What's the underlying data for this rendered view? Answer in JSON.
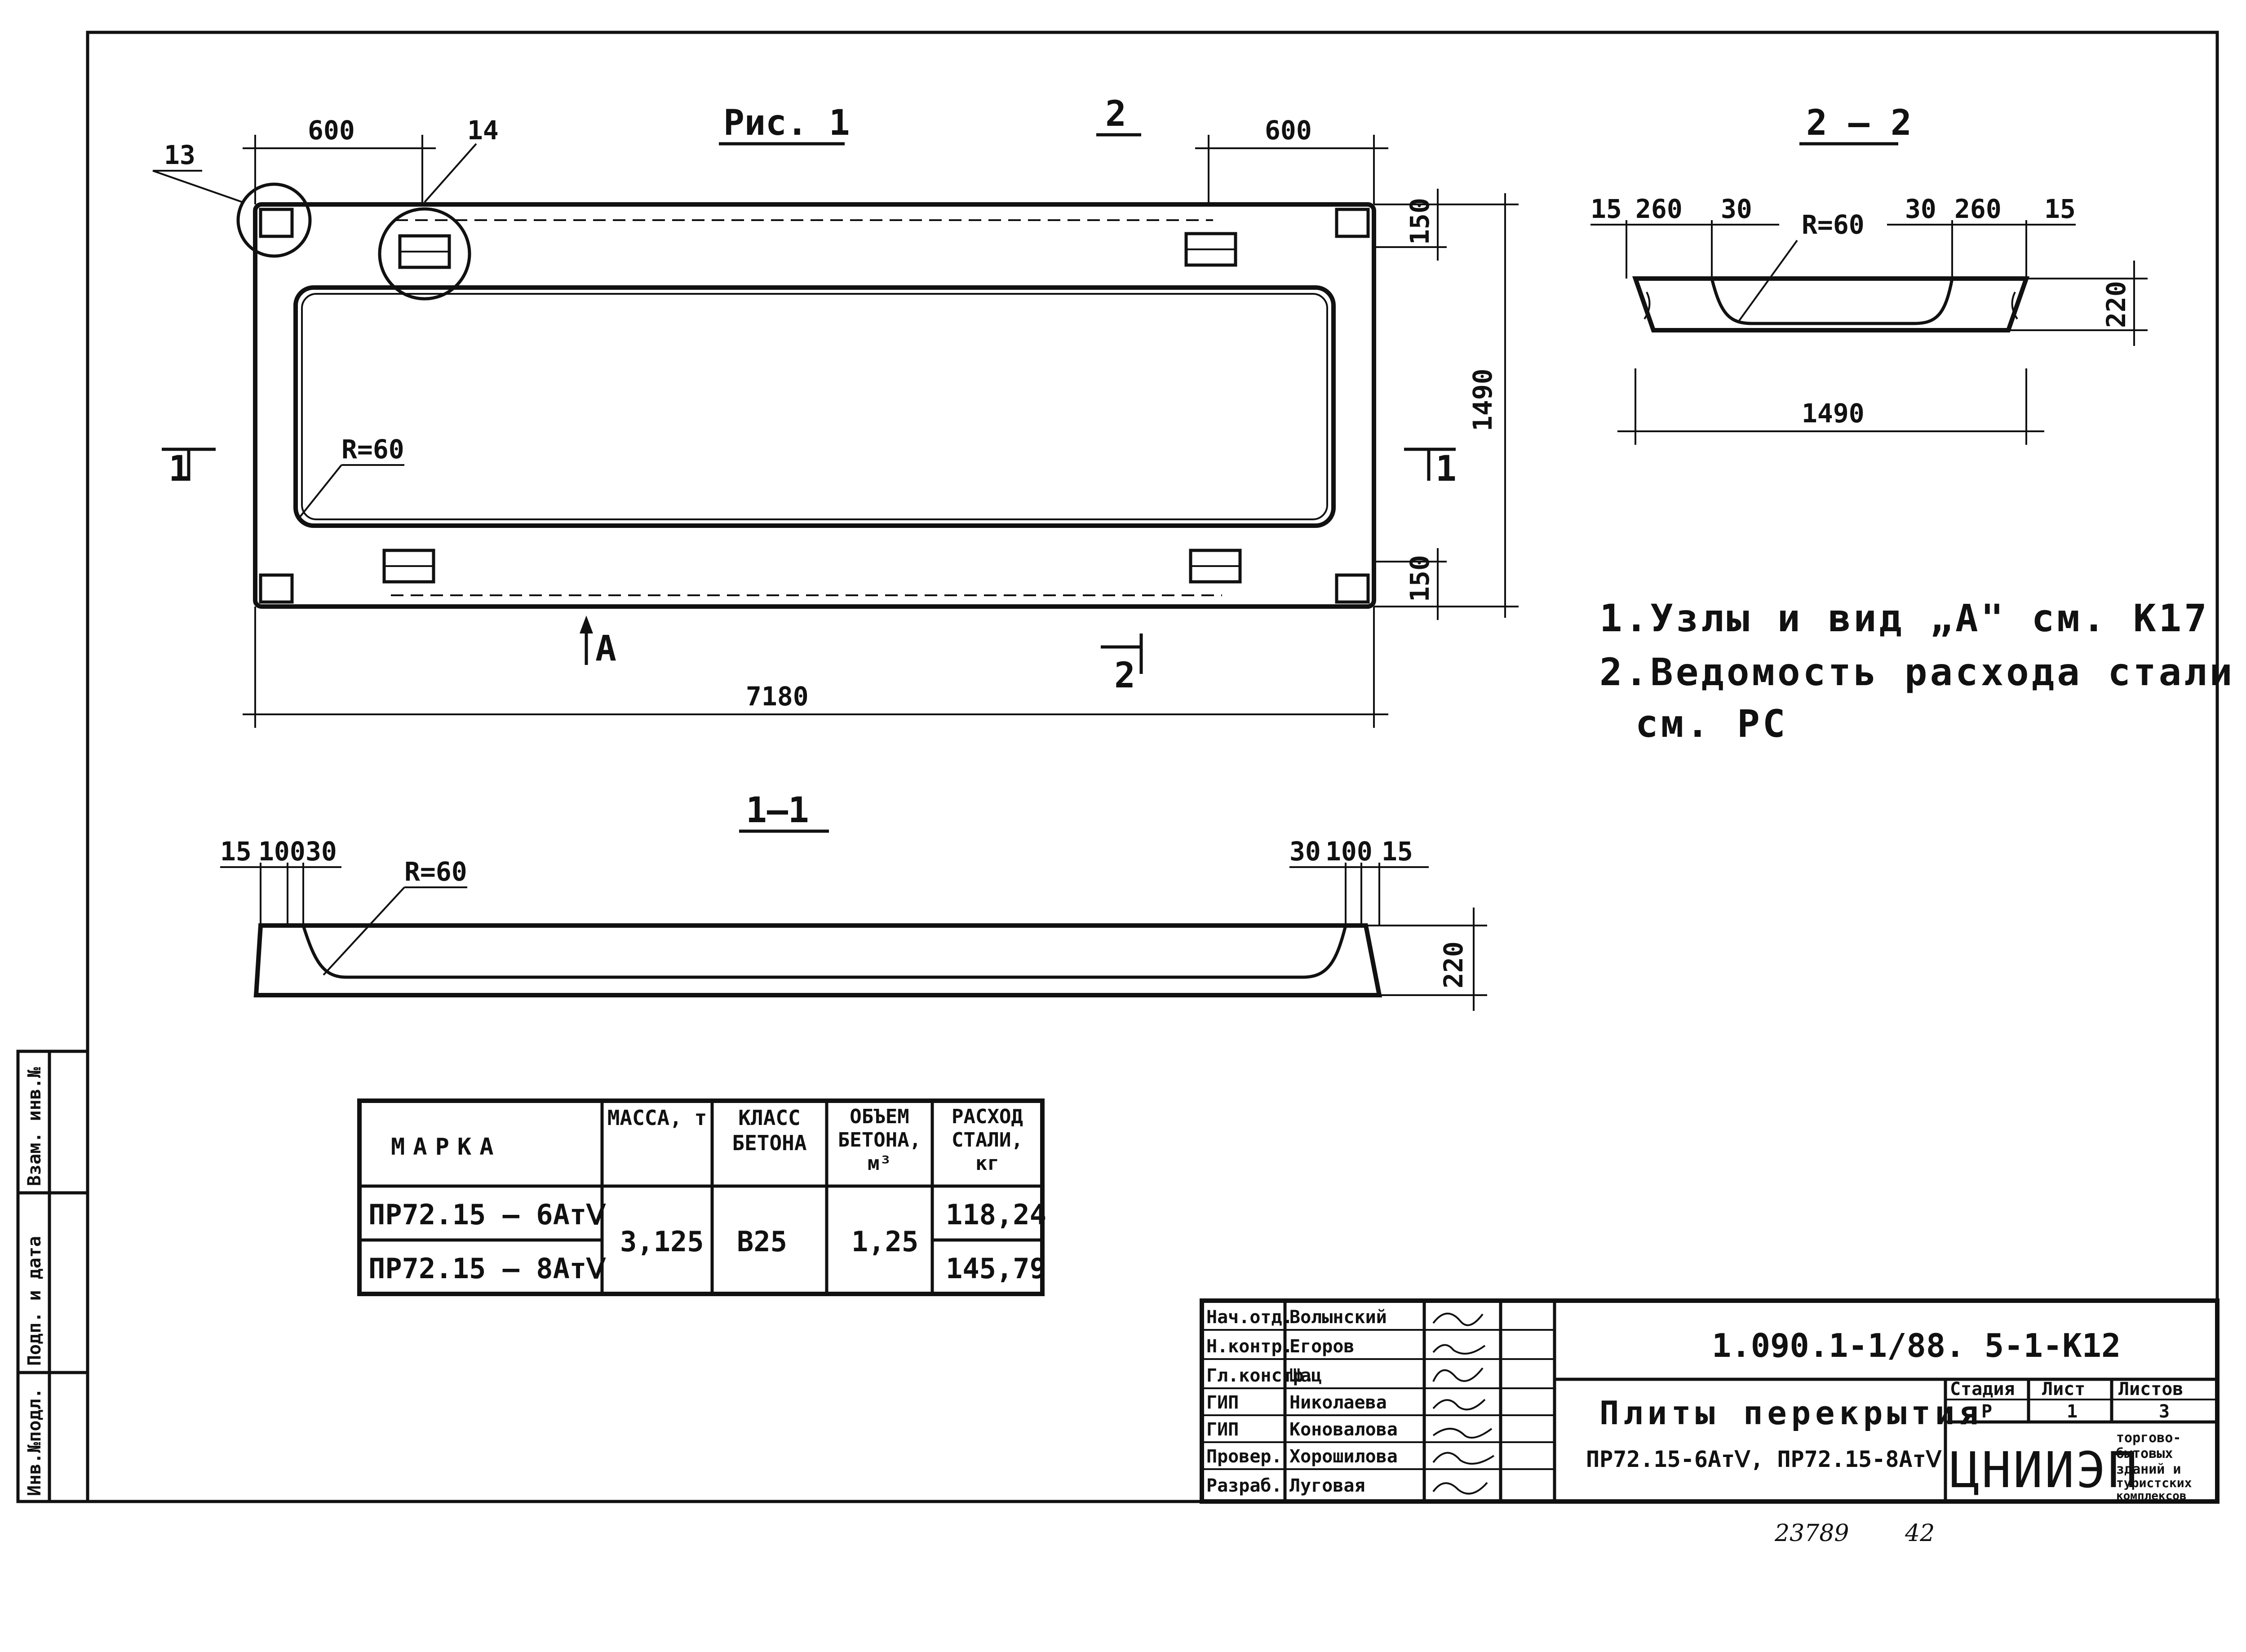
{
  "figure": {
    "title": "Рис. 1",
    "section_mark_top": "2",
    "section_mark_bottom": "2",
    "cut_marks": [
      "1",
      "1"
    ],
    "view_label": "А",
    "callouts": [
      "13",
      "14"
    ],
    "radius": "R=60",
    "dims": {
      "left_600": "600",
      "right_600": "600",
      "length": "7180",
      "height": "1490",
      "edge_top": "150",
      "edge_bottom": "150"
    }
  },
  "section_22": {
    "title": "2 – 2",
    "dims": [
      "15",
      "260",
      "30",
      "30",
      "260",
      "15"
    ],
    "radius": "R=60",
    "depth": "220",
    "width": "1490"
  },
  "section_11": {
    "title": "1–1",
    "dims_left": [
      "15",
      "100",
      "30"
    ],
    "dims_right": [
      "30",
      "100",
      "15"
    ],
    "radius": "R=60",
    "depth": "220"
  },
  "notes": [
    "1.Узлы и вид „А\" см. К17",
    "2.Ведомость расхода стали",
    "см. РС"
  ],
  "spec_table": {
    "headers": [
      "МАРКА",
      "МАССА, т",
      "КЛАСС БЕТОНА",
      "ОБЪЕМ БЕТОНА, м³",
      "РАСХОД СТАЛИ, кг"
    ],
    "rows": [
      {
        "mark": "ПР72.15 – 6АтⅤ",
        "steel": "118,24"
      },
      {
        "mark": "ПР72.15 – 8АтⅤ",
        "steel": "145,79"
      }
    ],
    "mass": "3,125",
    "concrete_class": "В25",
    "volume": "1,25"
  },
  "side_stamp": [
    "Инв.№подл.",
    "Подп. и дата",
    "Взам. инв.№"
  ],
  "title_block": {
    "doc_code": "1.090.1-1/88. 5-1-К12",
    "title_line1": "Плиты перекрытия",
    "title_line2": "ПР72.15-6АтⅤ, ПР72.15-8АтⅤ",
    "stage_label": "Стадия",
    "sheet_label": "Лист",
    "sheets_label": "Листов",
    "stage": "Р",
    "sheet": "1",
    "sheets": "3",
    "org": "ЦНИИЭП",
    "org_desc": [
      "торгово-",
      "бытовых",
      "зданий и",
      "туристских",
      "комплексов"
    ],
    "people": [
      {
        "role": "Нач.отд.",
        "name": "Волынский"
      },
      {
        "role": "Н.контр.",
        "name": "Егоров"
      },
      {
        "role": "Гл.констр.",
        "name": "Шац"
      },
      {
        "role": "ГИП",
        "name": "Николаева"
      },
      {
        "role": "ГИП",
        "name": "Коновалова"
      },
      {
        "role": "Провер.",
        "name": "Хорошилова"
      },
      {
        "role": "Разраб.",
        "name": "Луговая"
      }
    ]
  },
  "footer": {
    "inv": "23789",
    "page": "42"
  }
}
